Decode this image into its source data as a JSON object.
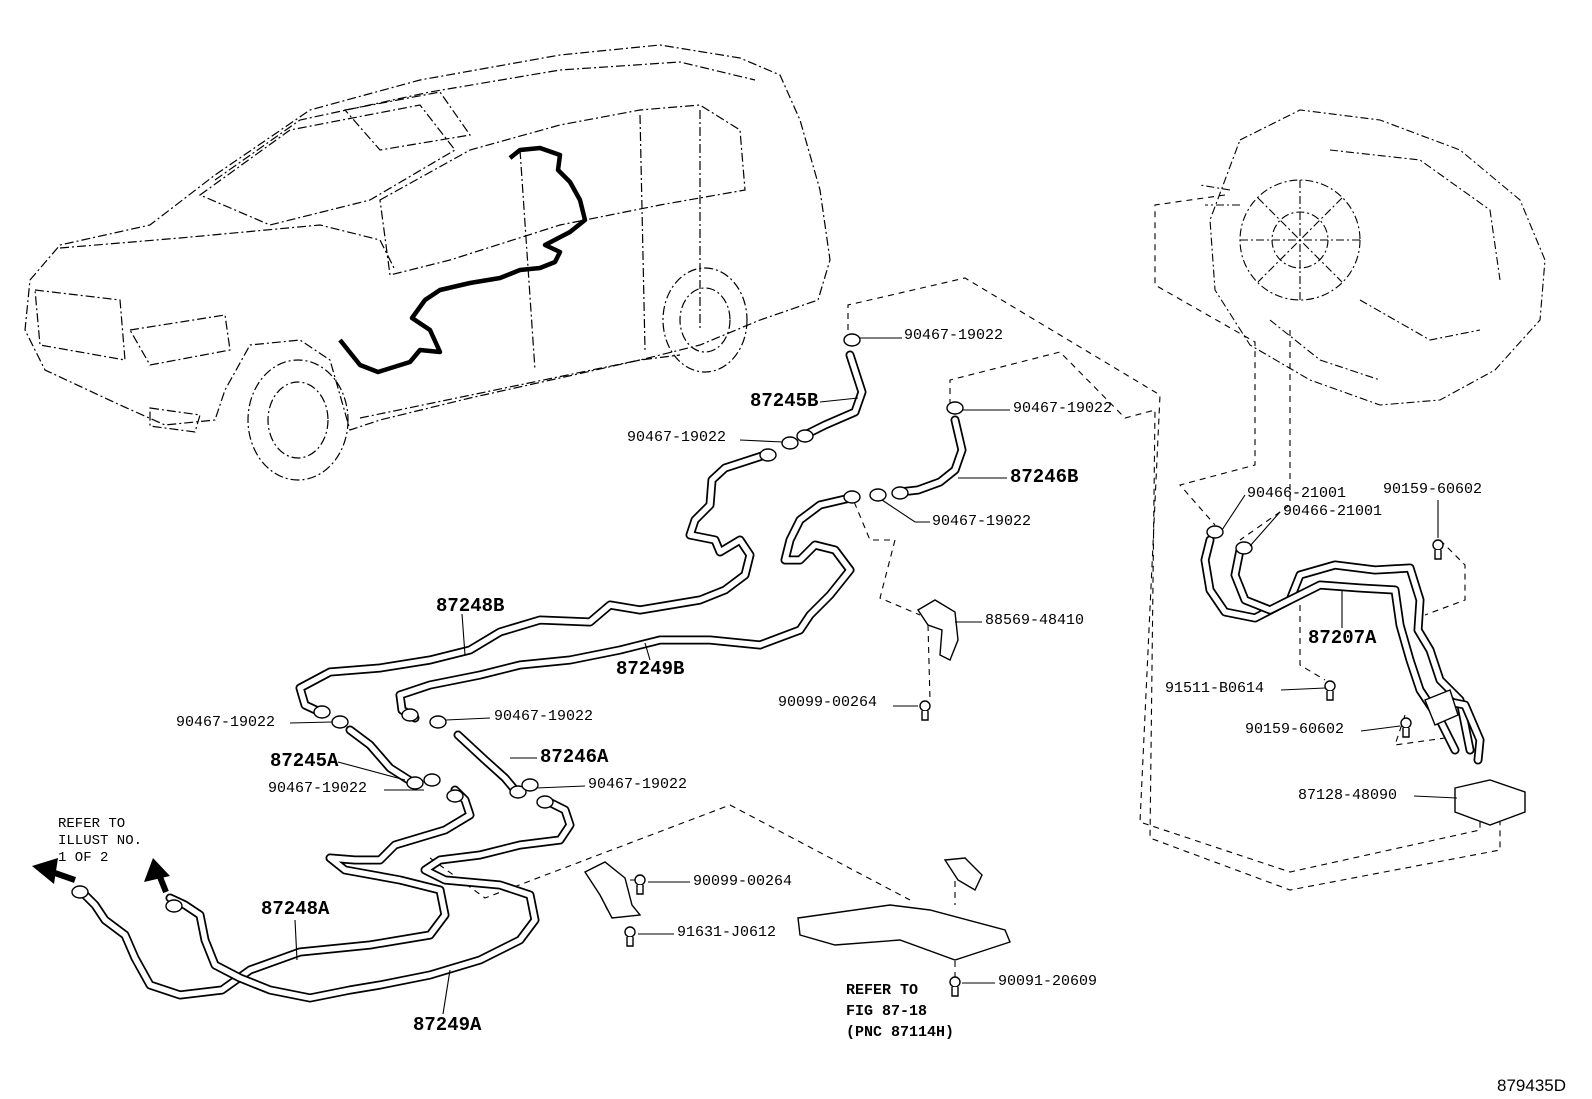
{
  "diagram": {
    "code": "879435D",
    "labels": [
      {
        "id": "lbl-90467-top-1",
        "text": "90467-19022"
      },
      {
        "id": "lbl-87245B",
        "text": "87245B"
      },
      {
        "id": "lbl-90467-top-2",
        "text": "90467-19022"
      },
      {
        "id": "lbl-90467-left-upper",
        "text": "90467-19022"
      },
      {
        "id": "lbl-87246B",
        "text": "87246B"
      },
      {
        "id": "lbl-90467-mid-right",
        "text": "90467-19022"
      },
      {
        "id": "lbl-88569-48410",
        "text": "88569-48410"
      },
      {
        "id": "lbl-87248B",
        "text": "87248B"
      },
      {
        "id": "lbl-87249B",
        "text": "87249B"
      },
      {
        "id": "lbl-90099-00264-a",
        "text": "90099-00264"
      },
      {
        "id": "lbl-90467-left-mid",
        "text": "90467-19022"
      },
      {
        "id": "lbl-90467-center-mid",
        "text": "90467-19022"
      },
      {
        "id": "lbl-87245A",
        "text": "87245A"
      },
      {
        "id": "lbl-87246A",
        "text": "87246A"
      },
      {
        "id": "lbl-90467-left-low",
        "text": "90467-19022"
      },
      {
        "id": "lbl-90467-center-low",
        "text": "90467-19022"
      },
      {
        "id": "lbl-90099-00264-b",
        "text": "90099-00264"
      },
      {
        "id": "lbl-91631-J0612",
        "text": "91631-J0612"
      },
      {
        "id": "lbl-87248A",
        "text": "87248A"
      },
      {
        "id": "lbl-87249A",
        "text": "87249A"
      },
      {
        "id": "lbl-90091-20609",
        "text": "90091-20609"
      },
      {
        "id": "lbl-90466-21001-a",
        "text": "90466-21001"
      },
      {
        "id": "lbl-90466-21001-b",
        "text": "90466-21001"
      },
      {
        "id": "lbl-90159-60602-a",
        "text": "90159-60602"
      },
      {
        "id": "lbl-87207A",
        "text": "87207A"
      },
      {
        "id": "lbl-91511-B0614",
        "text": "91511-B0614"
      },
      {
        "id": "lbl-90159-60602-b",
        "text": "90159-60602"
      },
      {
        "id": "lbl-87128-48090",
        "text": "87128-48090"
      }
    ],
    "notes": {
      "refer_illust": [
        "REFER TO",
        "ILLUST NO.",
        "1 OF 2"
      ],
      "refer_fig": [
        "REFER TO",
        "FIG 87-18",
        "(PNC 87114H)"
      ]
    }
  }
}
